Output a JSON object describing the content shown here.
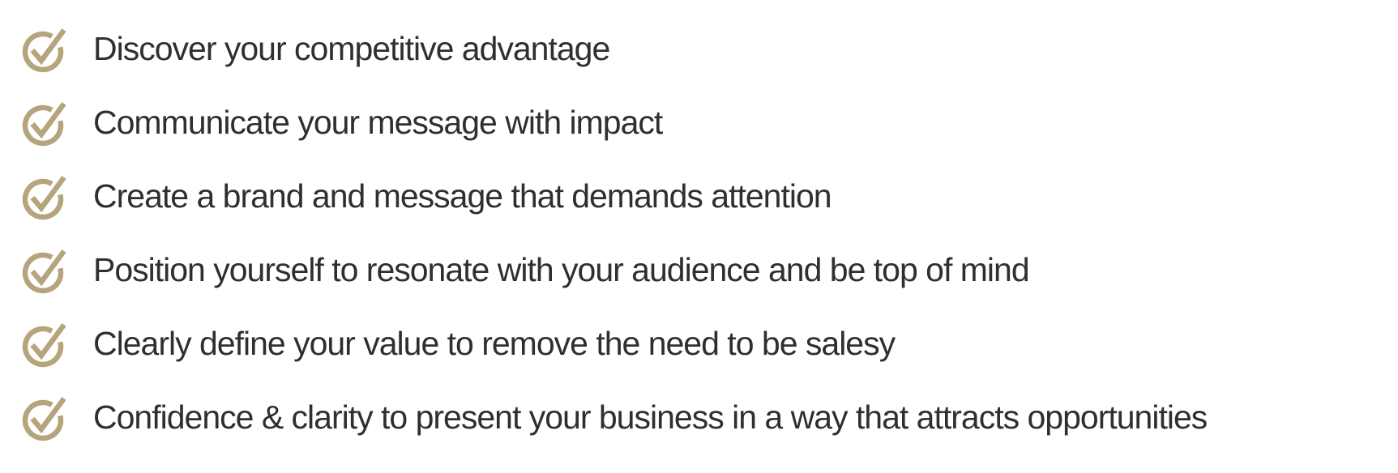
{
  "checklist": {
    "icon": "check-circle-icon",
    "items": [
      "Discover your competitive advantage",
      "Communicate your message with impact",
      "Create a brand and message that demands attention",
      "Position yourself to resonate with your audience and be top of mind",
      "Clearly define your value to remove the need to be salesy",
      "Confidence & clarity to present your business in a way that attracts opportunities"
    ]
  },
  "colors": {
    "accent_gold": "#b5a47c",
    "text": "#2f2f2f",
    "background": "#ffffff"
  }
}
